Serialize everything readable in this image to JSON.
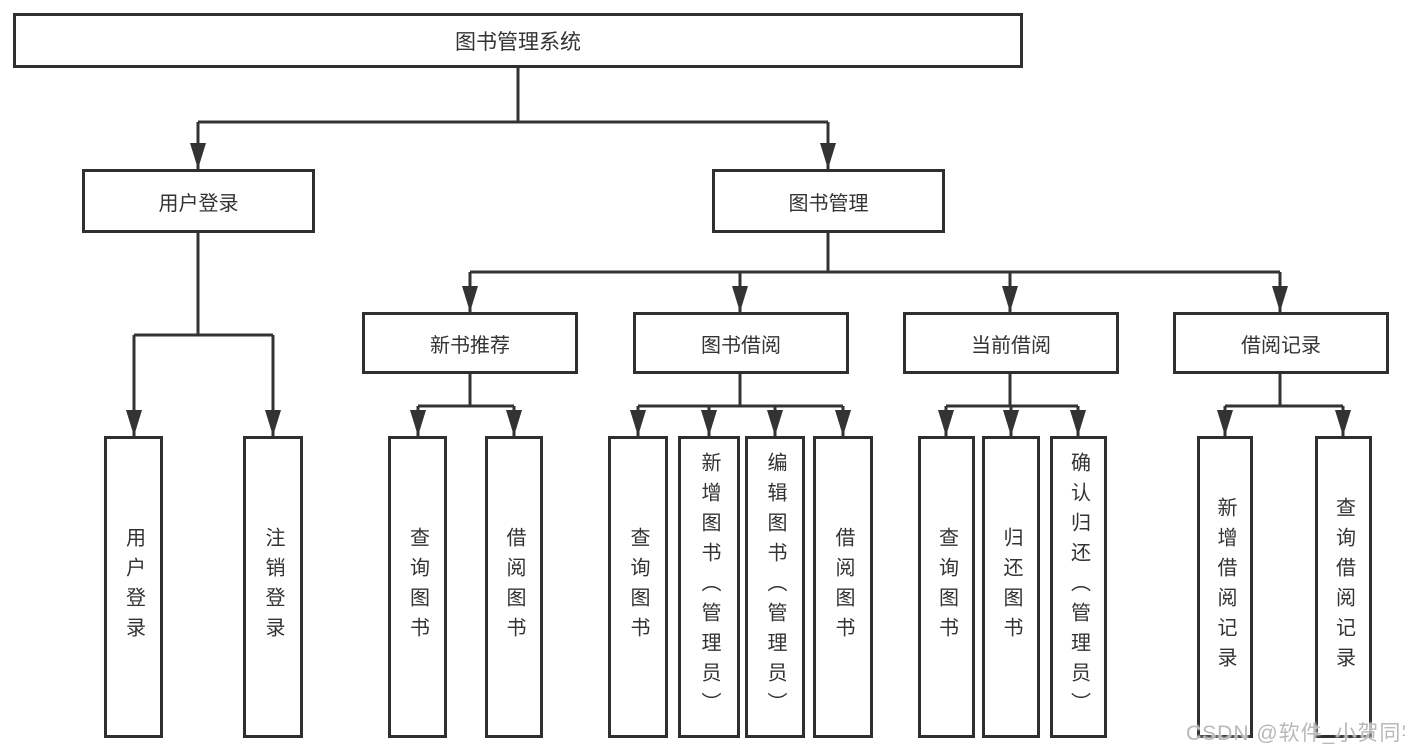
{
  "diagram": {
    "watermark": "CSDN @软件_小贺同学",
    "colors": {
      "line": "#333333",
      "box_border": "#2f2f2f",
      "text": "#333333",
      "watermark": "#b9b9b9",
      "background": "#ffffff"
    },
    "root": {
      "label": "图书管理系统"
    },
    "branches": [
      {
        "label": "用户登录",
        "children": [
          {
            "label": "用户登录"
          },
          {
            "label": "注销登录"
          }
        ]
      },
      {
        "label": "图书管理",
        "children": [
          {
            "label": "新书推荐",
            "children": [
              {
                "label": "查询图书"
              },
              {
                "label": "借阅图书"
              }
            ]
          },
          {
            "label": "图书借阅",
            "children": [
              {
                "label": "查询图书"
              },
              {
                "label": "新增图书（管理员）"
              },
              {
                "label": "编辑图书（管理员）"
              },
              {
                "label": "借阅图书"
              }
            ]
          },
          {
            "label": "当前借阅",
            "children": [
              {
                "label": "查询图书"
              },
              {
                "label": "归还图书"
              },
              {
                "label": "确认归还（管理员）"
              }
            ]
          },
          {
            "label": "借阅记录",
            "children": [
              {
                "label": "新增借阅记录"
              },
              {
                "label": "查询借阅记录"
              }
            ]
          }
        ]
      }
    ]
  }
}
